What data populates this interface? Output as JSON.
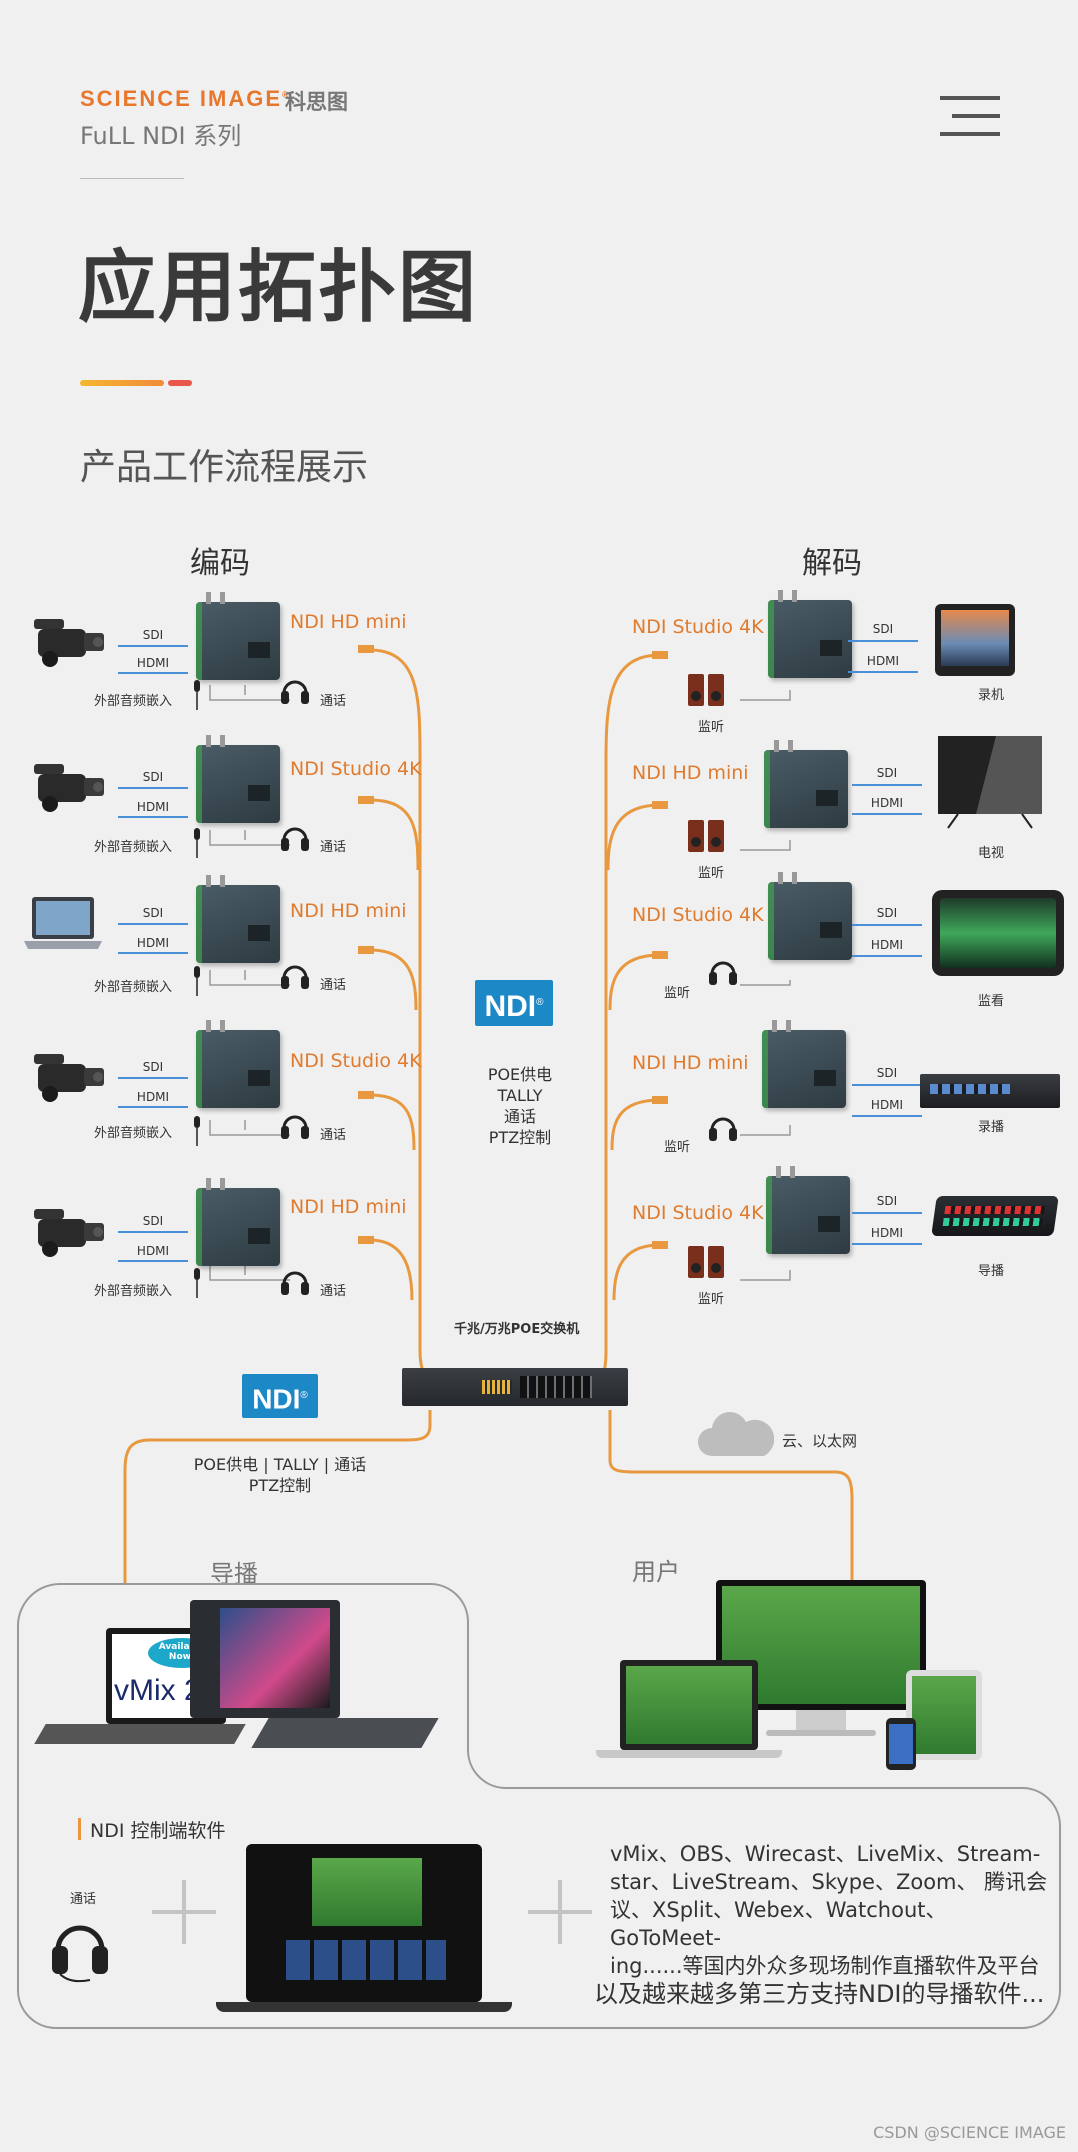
{
  "header": {
    "brand": "SCIENCE IMAGE",
    "brand_cn": "科思图",
    "series": "FuLL NDI 系列",
    "menu_icon": "menu-icon"
  },
  "title": "应用拓扑图",
  "subtitle": "产品工作流程展示",
  "encode": {
    "heading": "编码",
    "rows": [
      {
        "source": "camera-icon",
        "model": "NDI HD mini",
        "sdi": "SDI",
        "hdmi": "HDMI",
        "audio": "外部音频嵌入",
        "talk": "通话"
      },
      {
        "source": "camera-icon",
        "model": "NDI Studio 4K",
        "sdi": "SDI",
        "hdmi": "HDMI",
        "audio": "外部音频嵌入",
        "talk": "通话"
      },
      {
        "source": "laptop-icon",
        "model": "NDI HD mini",
        "sdi": "SDI",
        "hdmi": "HDMI",
        "audio": "外部音频嵌入",
        "talk": "通话"
      },
      {
        "source": "camera-icon",
        "model": "NDI Studio 4K",
        "sdi": "SDI",
        "hdmi": "HDMI",
        "audio": "外部音频嵌入",
        "talk": "通话"
      },
      {
        "source": "camera-icon",
        "model": "NDI HD mini",
        "sdi": "SDI",
        "hdmi": "HDMI",
        "audio": "外部音频嵌入",
        "talk": "通话"
      }
    ]
  },
  "decode": {
    "heading": "解码",
    "rows": [
      {
        "model": "NDI Studio 4K",
        "sdi": "SDI",
        "hdmi": "HDMI",
        "monitor": "监听",
        "monitor_icon": "speaker-icon",
        "target": "录机"
      },
      {
        "model": "NDI HD mini",
        "sdi": "SDI",
        "hdmi": "HDMI",
        "monitor": "监听",
        "monitor_icon": "speaker-icon",
        "target": "电视"
      },
      {
        "model": "NDI Studio 4K",
        "sdi": "SDI",
        "hdmi": "HDMI",
        "monitor": "监听",
        "monitor_icon": "headphone-icon",
        "target": "监看"
      },
      {
        "model": "NDI HD mini",
        "sdi": "SDI",
        "hdmi": "HDMI",
        "monitor": "监听",
        "monitor_icon": "headphone-icon",
        "target": "录播"
      },
      {
        "model": "NDI Studio 4K",
        "sdi": "SDI",
        "hdmi": "HDMI",
        "monitor": "监听",
        "monitor_icon": "speaker-icon",
        "target": "导播"
      }
    ]
  },
  "center": {
    "ndi_logo": "NDI",
    "features": [
      "POE供电",
      "TALLY",
      "通话",
      "PTZ控制"
    ],
    "switch_label": "千兆/万兆POE交换机"
  },
  "lower": {
    "ndi_logo": "NDI",
    "left_features_line1": "POE供电 | TALLY | 通话",
    "left_features_line2": "PTZ控制",
    "cloud_label": "云、以太网",
    "director_label": "导播",
    "user_label": "用户",
    "vmix_badge": "Available Now!",
    "vmix_name": "vMix 21"
  },
  "control": {
    "heading": "NDI 控制端软件",
    "talk": "通话",
    "software_lines": [
      "vMix、OBS、Wirecast、LiveMix、Stream-",
      "star、LiveStream、Skype、Zoom、 腾讯会",
      "议、XSplit、Webex、Watchout、GoToMeet-",
      "ing......等国内外众多现场制作直播软件及平台"
    ],
    "third_party": "以及越来越多第三方支持NDI的导播软件..."
  },
  "footer": "CSDN @SCIENCE IMAGE",
  "colors": {
    "accent": "#e07b2e",
    "ndi_blue": "#1d88c6",
    "cable": "#e8993f"
  }
}
